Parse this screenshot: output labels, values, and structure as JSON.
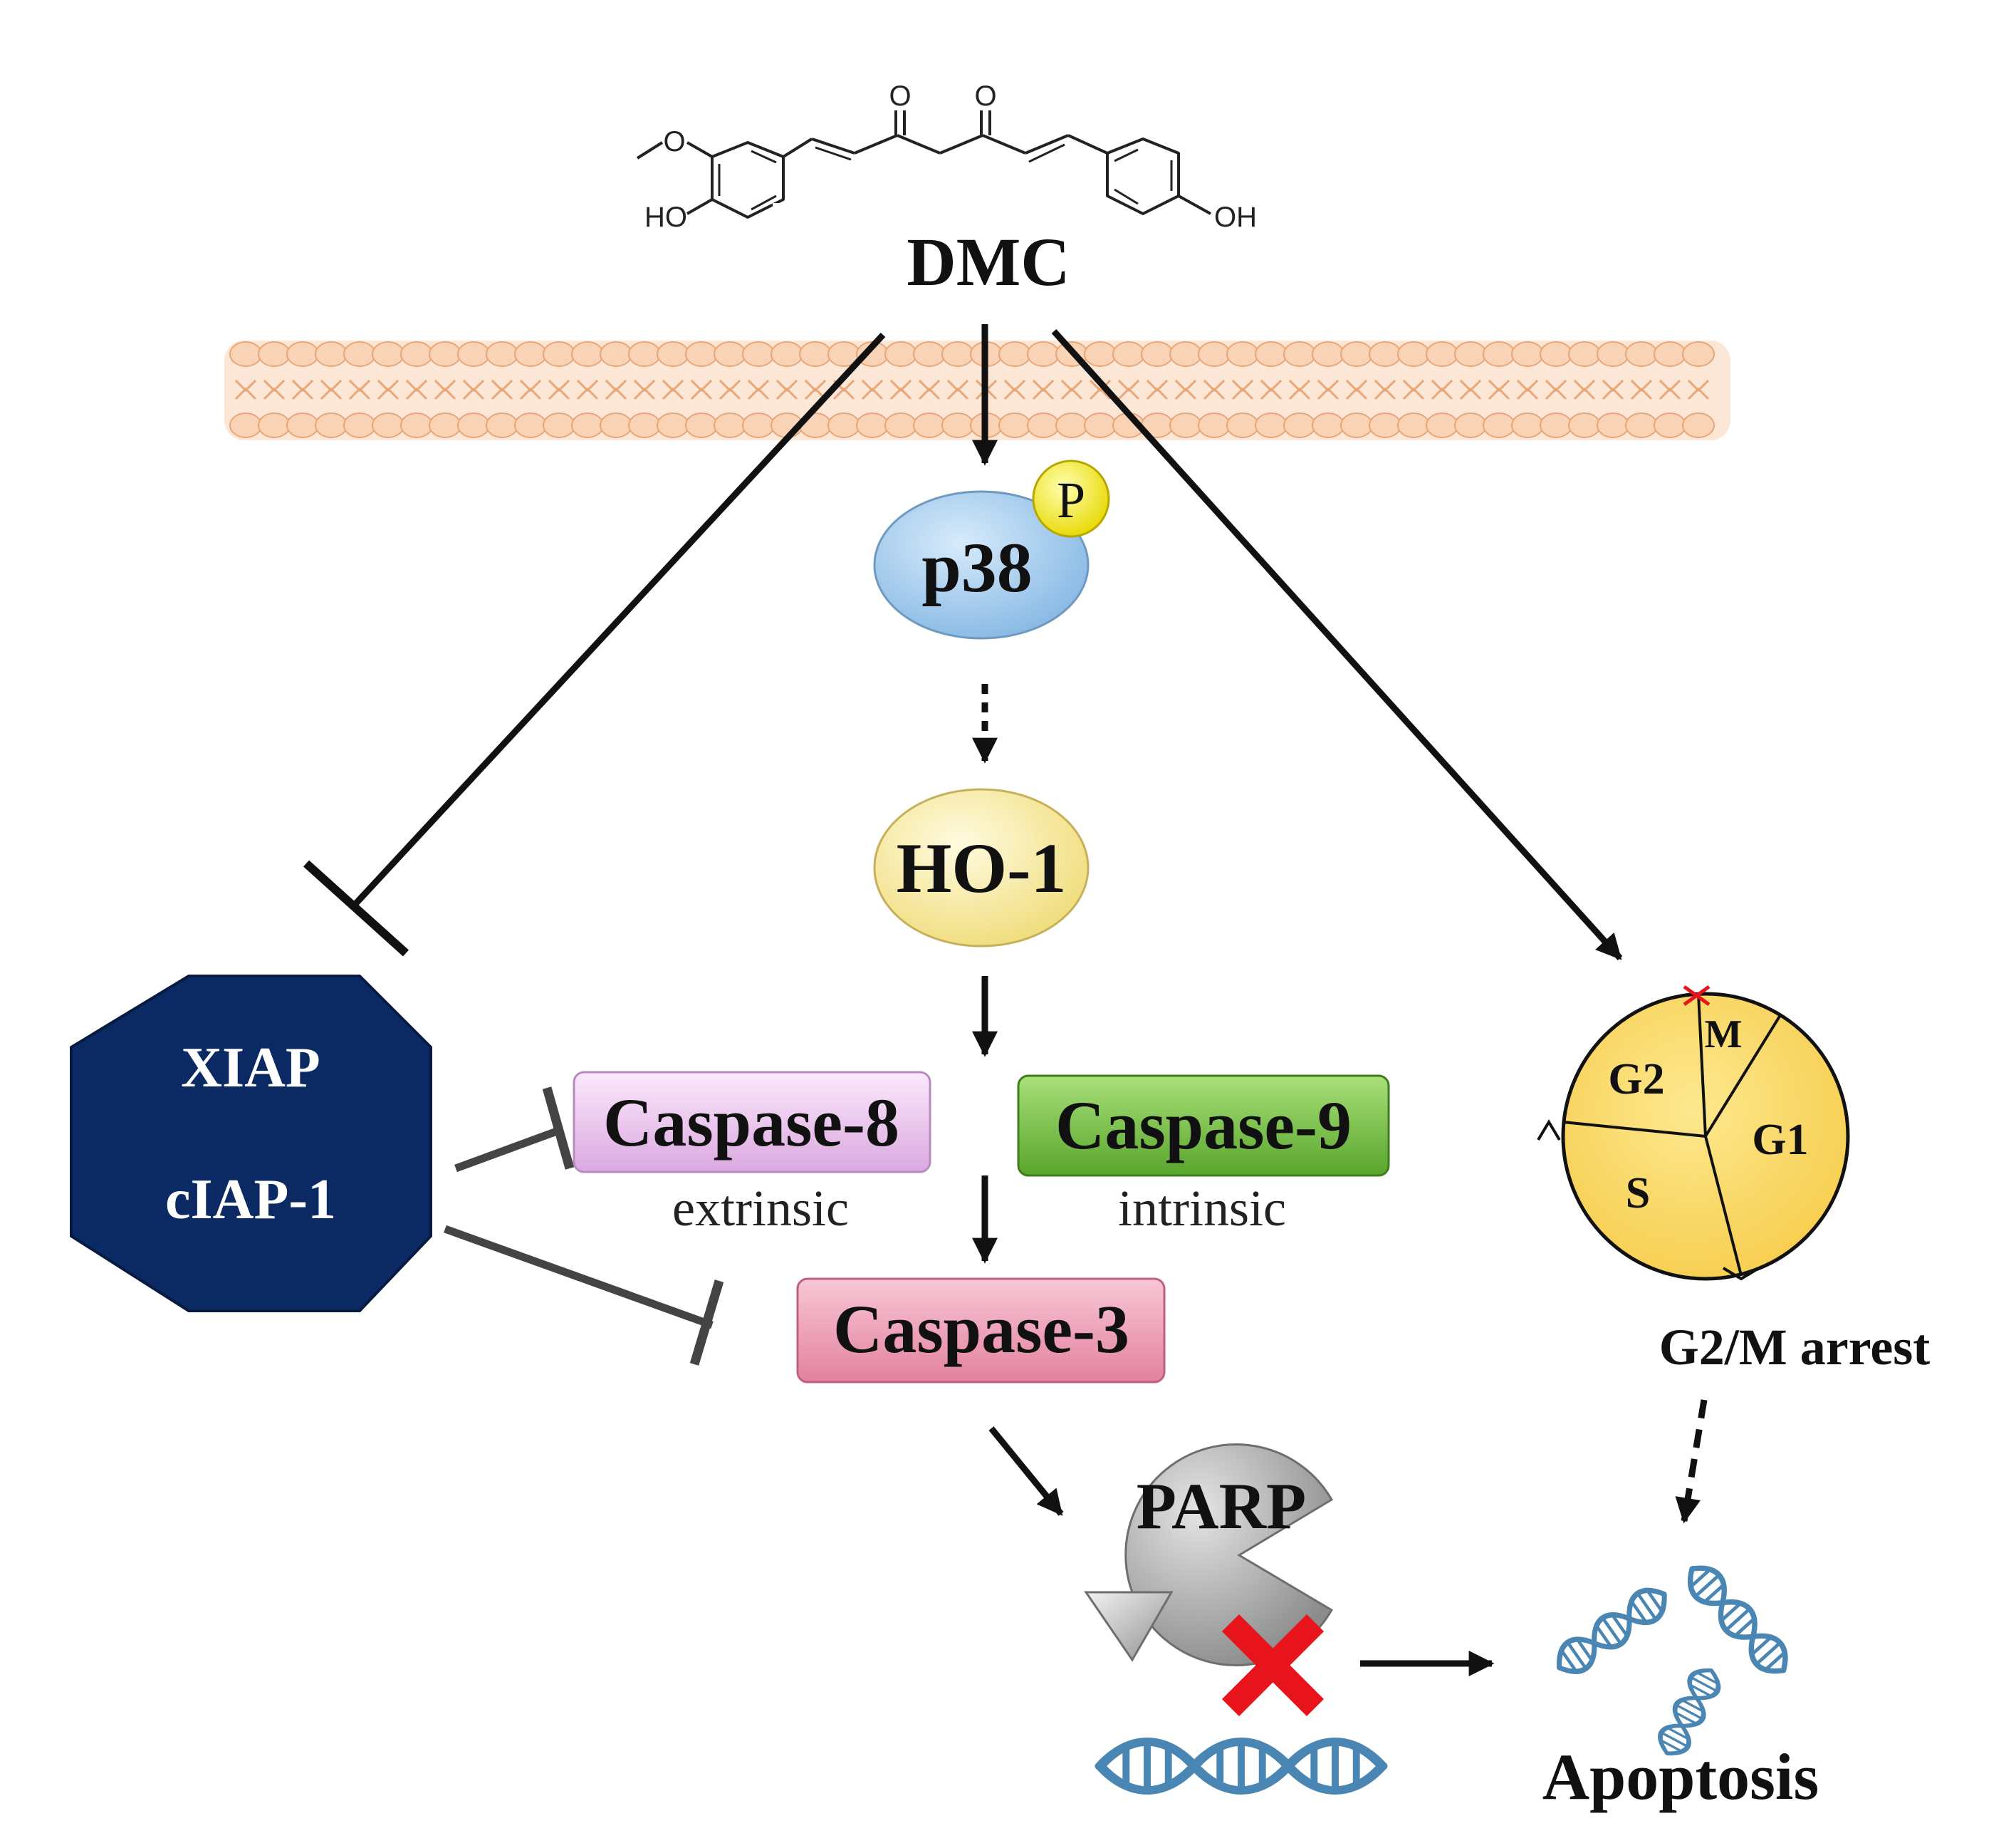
{
  "compound": {
    "name": "DMC",
    "atoms": {
      "o1": "O",
      "o2": "O",
      "methoxy_o": "O",
      "ho_left": "HO",
      "oh_right": "OH"
    }
  },
  "nodes": {
    "p38": "p38",
    "phospho": "P",
    "ho1": "HO-1",
    "xiap": "XIAP",
    "ciap": "cIAP-1",
    "caspase8": "Caspase-8",
    "caspase8_sub": "extrinsic",
    "caspase9": "Caspase-9",
    "caspase9_sub": "intrinsic",
    "caspase3": "Caspase-3",
    "parp": "PARP",
    "apoptosis": "Apoptosis"
  },
  "cell_cycle": {
    "phases": {
      "g2": "G2",
      "m": "M",
      "g1": "G1",
      "s": "S"
    },
    "caption": "G2/M arrest"
  },
  "colors": {
    "membrane_fill": "#f9d3b6",
    "membrane_stroke": "#e9a679",
    "p38_fill": "#a8cdee",
    "phospho_fill": "#f7f200",
    "ho1_fill": "#f8eca0",
    "iap_fill": "#0b2a63",
    "caspase8_fill": "#f1cdf3",
    "caspase9_fill": "#7cc84a",
    "caspase3_fill": "#f0a4bb",
    "cell_cycle_fill": "#fbd960",
    "dna": "#4a86b3",
    "block_x": "#e8141b",
    "parp_fill": "#a9a9a9"
  }
}
